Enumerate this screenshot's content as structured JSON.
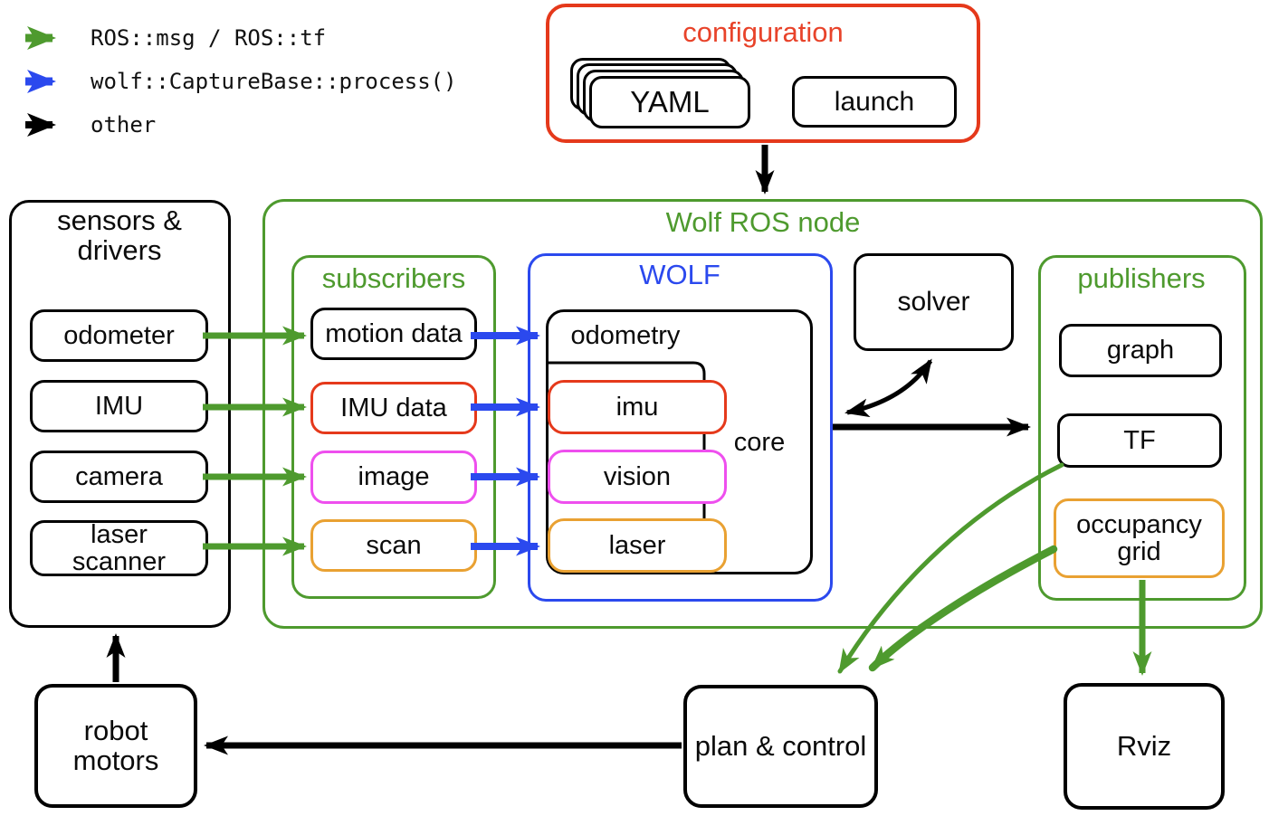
{
  "colors": {
    "green": "#4e9a2e",
    "blue": "#2b49ee",
    "red": "#e5391b",
    "magenta": "#ee4fee",
    "orange": "#e9a132",
    "black": "#000000"
  },
  "legend": {
    "items": [
      {
        "label": "ROS::msg / ROS::tf",
        "arrow_color": "#4e9a2e"
      },
      {
        "label": "wolf::CaptureBase::process()",
        "arrow_color": "#2b49ee"
      },
      {
        "label": "other",
        "arrow_color": "#000000"
      }
    ]
  },
  "configuration": {
    "title": "configuration",
    "yaml_label": "YAML",
    "launch_label": "launch"
  },
  "sensors": {
    "title": "sensors &\ndrivers",
    "items": [
      {
        "label": "odometer"
      },
      {
        "label": "IMU"
      },
      {
        "label": "camera"
      },
      {
        "label": "laser\nscanner"
      }
    ]
  },
  "wolf_ros_node": {
    "title": "Wolf ROS node"
  },
  "subscribers": {
    "title": "subscribers",
    "items": [
      {
        "label": "motion data",
        "border": "black"
      },
      {
        "label": "IMU data",
        "border": "red"
      },
      {
        "label": "image",
        "border": "magenta"
      },
      {
        "label": "scan",
        "border": "orange"
      }
    ]
  },
  "wolf": {
    "title": "WOLF",
    "core_label": "core",
    "processors": [
      {
        "label": "odometry",
        "border": "black"
      },
      {
        "label": "imu",
        "border": "red"
      },
      {
        "label": "vision",
        "border": "magenta"
      },
      {
        "label": "laser",
        "border": "orange"
      }
    ]
  },
  "solver": {
    "label": "solver"
  },
  "publishers": {
    "title": "publishers",
    "items": [
      {
        "label": "graph",
        "border": "black"
      },
      {
        "label": "TF",
        "border": "black"
      },
      {
        "label": "occupancy\ngrid",
        "border": "orange"
      }
    ]
  },
  "bottom": {
    "robot_motors": "robot\nmotors",
    "plan_control": "plan & control",
    "rviz": "Rviz"
  }
}
